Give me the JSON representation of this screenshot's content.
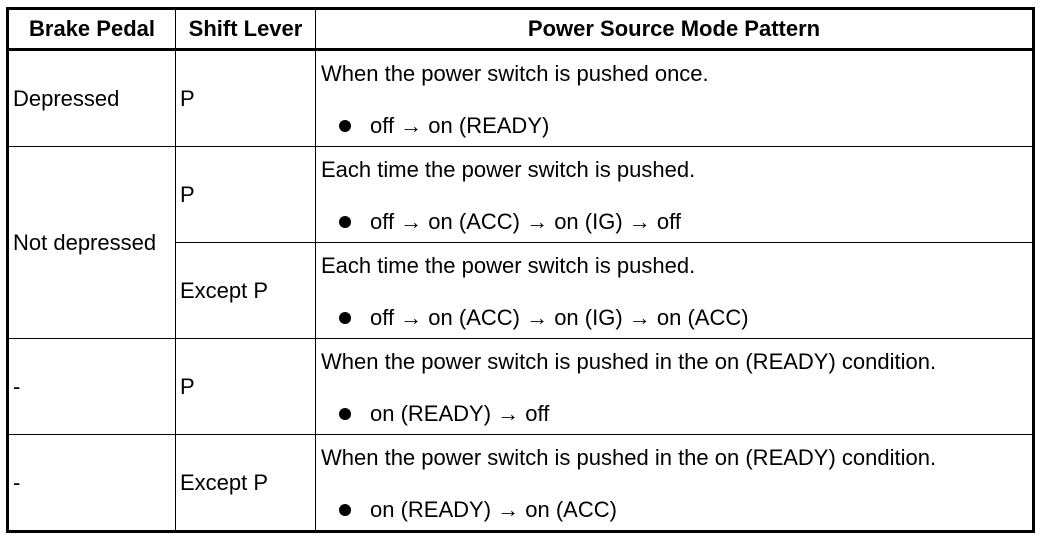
{
  "headers": {
    "brake_pedal": "Brake Pedal",
    "shift_lever": "Shift Lever",
    "pattern": "Power Source Mode Pattern"
  },
  "rows": [
    {
      "brake": "Depressed",
      "shift": "P",
      "desc": "When the power switch is pushed once.",
      "sequence": "off → on (READY)"
    },
    {
      "brake": "Not depressed",
      "shift": "P",
      "desc": "Each time the power switch is pushed.",
      "sequence": "off → on (ACC) → on (IG) → off"
    },
    {
      "shift": "Except P",
      "desc": "Each time the power switch is pushed.",
      "sequence": "off → on (ACC) → on (IG) → on (ACC)"
    },
    {
      "brake": "-",
      "shift": "P",
      "desc": "When the power switch is pushed in the on (READY) condition.",
      "sequence": "on (READY) → off"
    },
    {
      "brake": "-",
      "shift": "Except P",
      "desc": "When the power switch is pushed in the on (READY) condition.",
      "sequence": "on (READY) → on (ACC)"
    }
  ]
}
